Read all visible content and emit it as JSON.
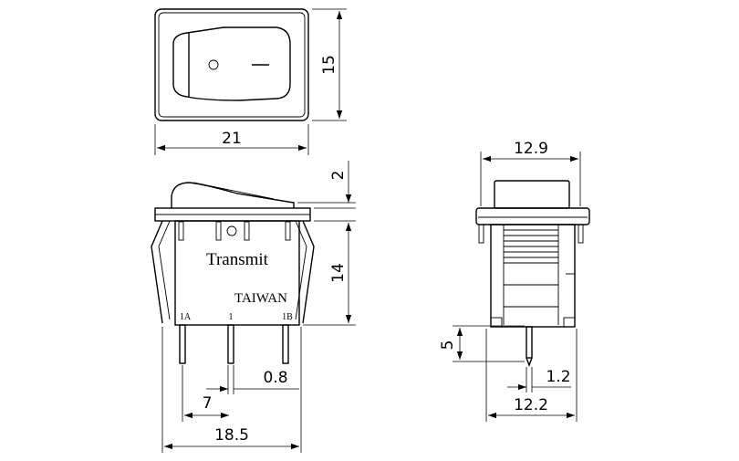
{
  "diagram": {
    "top_view": {
      "width_label": "21",
      "height_label": "15",
      "off_symbol": "O",
      "on_symbol": "—"
    },
    "front_view": {
      "brand_label": "Transmit",
      "origin_label": "TAIWAN",
      "terminals": [
        "1A",
        "1",
        "1B"
      ],
      "rocker_height_label": "2",
      "body_height_label": "14",
      "pin_width_label": "0.8",
      "pin_pitch_label": "7",
      "overall_width_label": "18.5"
    },
    "side_view": {
      "flange_width_label": "12.9",
      "pin_length_label": "5",
      "pin_thickness_label": "1.2",
      "body_width_label": "12.2"
    }
  }
}
